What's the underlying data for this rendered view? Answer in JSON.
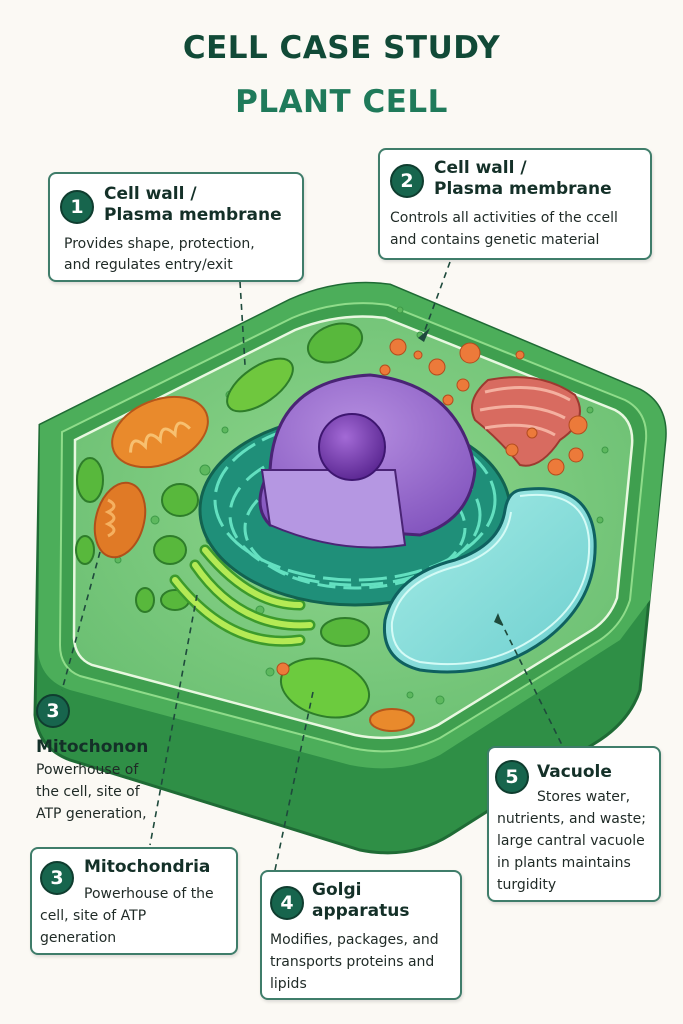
{
  "title": {
    "line1": "CELL CASE STUDY",
    "line2": "PLANT CELL"
  },
  "colors": {
    "title_dark": "#114a37",
    "title_light": "#1f7a5a",
    "badge": "#17654d",
    "callout_border": "#3f7d6a",
    "cell_wall": "#3fa456",
    "cytoplasm": "#7dcb7f",
    "nucleus": "#9b6ad0",
    "nucleolus": "#7a3fb0",
    "er": "#2fa88a",
    "vacuole": "#8fe0dc",
    "mitochondria": "#e98a2c",
    "golgi": "#d9625a",
    "chloroplast": "#5cbf3c"
  },
  "callouts": [
    {
      "number": "1",
      "heading_line1": "Cell wall /",
      "heading_line2": "Plasma membrane",
      "desc_line1": "Provides shape, protection,",
      "desc_line2": "and regulates entry/exit"
    },
    {
      "number": "2",
      "heading_line1": "Cell wall /",
      "heading_line2": "Plasma membrane",
      "desc_line1": "Controls all activities of the ccell",
      "desc_line2": "and contains genetic material"
    },
    {
      "number": "3",
      "heading": "Mitochonon",
      "desc_line1": "Powerhouse of",
      "desc_line2": "the cell, site of",
      "desc_line3": "ATP generation,"
    },
    {
      "number": "3",
      "heading": "Mitochondria",
      "desc_line1": "Powerhouse of the",
      "desc_line2": "cell, site of ATP",
      "desc_line3": "generation"
    },
    {
      "number": "4",
      "heading_line1": "Golgi",
      "heading_line2": "apparatus",
      "desc_line1": "Modifies, packages, and",
      "desc_line2": "transports proteins and",
      "desc_line3": "lipids"
    },
    {
      "number": "5",
      "heading": "Vacuole",
      "desc_line1": "Stores water,",
      "desc_line2": "nutrients, and waste;",
      "desc_line3": "large cantral vacuole",
      "desc_line4": "in plants maintains",
      "desc_line5": "turgidity"
    }
  ]
}
